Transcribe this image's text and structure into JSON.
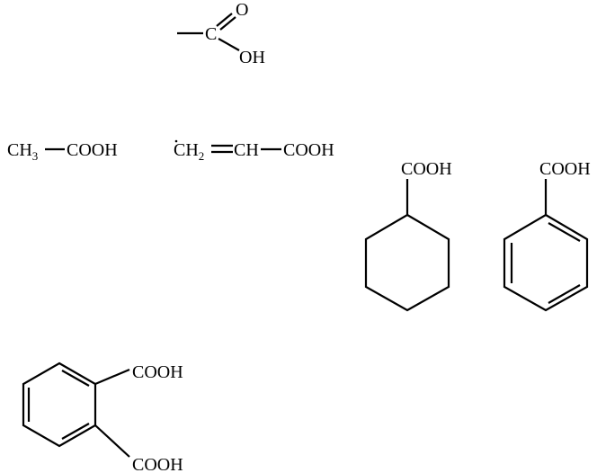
{
  "carboxyl_group": {
    "carbon": "C",
    "oxygen": "O",
    "hydroxyl": "OH"
  },
  "acetic_acid": {
    "methyl": "CH",
    "methyl_subscript": "3",
    "acid_group": "COOH"
  },
  "acrylic_acid": {
    "methylene": "CH",
    "methylene_subscript": "2",
    "methine": "CH",
    "acid_group": "COOH"
  },
  "cyclohexanecarboxylic_acid": {
    "acid_group": "COOH"
  },
  "benzoic_acid": {
    "acid_group": "COOH"
  },
  "phthalic_acid": {
    "acid_group_top": "COOH",
    "acid_group_bottom": "COOH"
  }
}
